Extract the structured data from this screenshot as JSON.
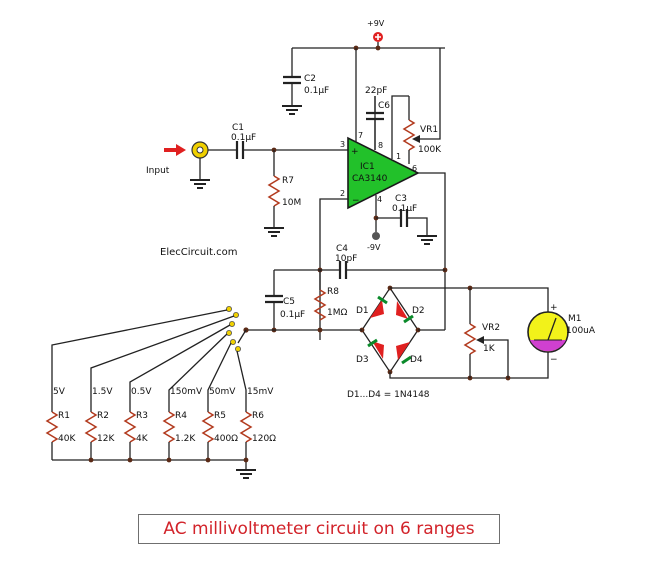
{
  "supply": {
    "pos": "+9V",
    "neg": "-9V"
  },
  "input_label": "Input",
  "watermark": "ElecCircuit.com",
  "opamp": {
    "ref": "IC1",
    "part": "CA3140",
    "pins": {
      "p2": "2",
      "p3": "3",
      "p4": "4",
      "p6": "6",
      "p7": "7",
      "p8": "8",
      "p1": "1"
    }
  },
  "components": {
    "c1": {
      "ref": "C1",
      "value": "0.1µF"
    },
    "c2": {
      "ref": "C2",
      "value": "0.1µF"
    },
    "c3": {
      "ref": "C3",
      "value": "0.1µF"
    },
    "c4": {
      "ref": "C4",
      "value": "10pF"
    },
    "c5": {
      "ref": "C5",
      "value": "0.1µF"
    },
    "c6": {
      "ref": "C6",
      "value": "22pF"
    },
    "r7": {
      "ref": "R7",
      "value": "10M"
    },
    "r8": {
      "ref": "R8",
      "value": "1MΩ"
    },
    "vr1": {
      "ref": "VR1",
      "value": "100K"
    },
    "vr2": {
      "ref": "VR2",
      "value": "1K"
    },
    "m1": {
      "ref": "M1",
      "value": "100uA",
      "plus": "+",
      "minus": "−"
    }
  },
  "diodes": {
    "d1": "D1",
    "d2": "D2",
    "d3": "D3",
    "d4": "D4",
    "note": "D1...D4 = 1N4148"
  },
  "ranges": [
    {
      "range": "5V",
      "ref": "R1",
      "value": "40K"
    },
    {
      "range": "1.5V",
      "ref": "R2",
      "value": "12K"
    },
    {
      "range": "0.5V",
      "ref": "R3",
      "value": "4K"
    },
    {
      "range": "150mV",
      "ref": "R4",
      "value": "1.2K"
    },
    {
      "range": "50mV",
      "ref": "R5",
      "value": "400Ω"
    },
    {
      "range": "15mV",
      "ref": "R6",
      "value": "120Ω"
    }
  ],
  "caption": "AC millivoltmeter circuit on 6 ranges",
  "colors": {
    "opamp_fill": "#22c12a",
    "resistor": "#b23a1e",
    "diode": "#e02020",
    "meter": "#f2f21a",
    "meter_low": "#d040d0",
    "supply": "#e02020",
    "input_jack": "#f0d000",
    "caption": "#d2232a"
  }
}
